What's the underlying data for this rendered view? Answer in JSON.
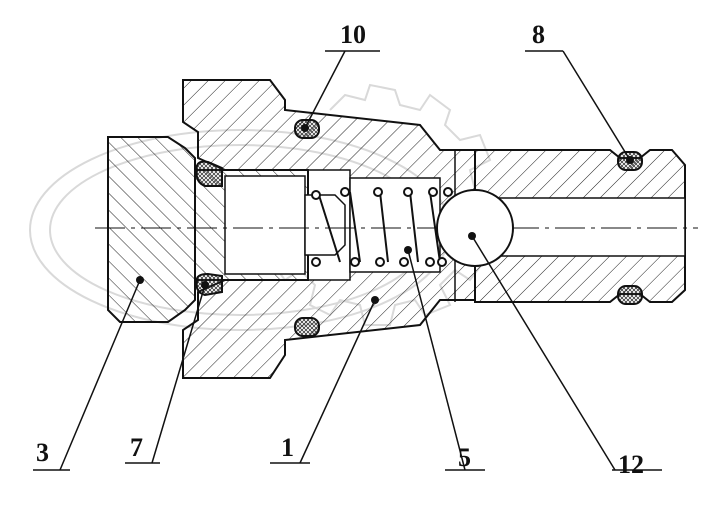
{
  "callouts": [
    {
      "id": "3",
      "label": "3"
    },
    {
      "id": "7",
      "label": "7"
    },
    {
      "id": "1",
      "label": "1"
    },
    {
      "id": "5",
      "label": "5"
    },
    {
      "id": "12",
      "label": "12"
    },
    {
      "id": "10",
      "label": "10"
    },
    {
      "id": "8",
      "label": "8"
    }
  ],
  "colors": {
    "line": "#111111",
    "hatch": "#222222",
    "watermark": "#d9d9d9",
    "seal": "#e6e6e6"
  }
}
